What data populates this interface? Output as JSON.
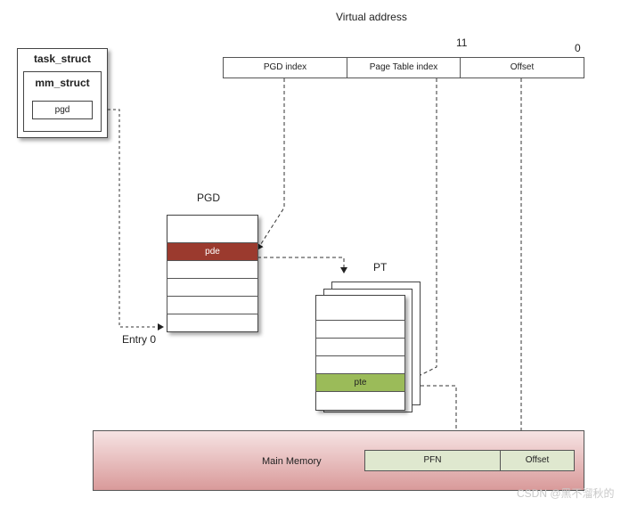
{
  "virtual_address": {
    "title": "Virtual address",
    "bit_high": "11",
    "bit_low": "0",
    "fields": [
      "PGD index",
      "Page Table index",
      "Offset"
    ]
  },
  "task_struct": {
    "title": "task_struct",
    "mm_struct": "mm_struct",
    "pgd": "pgd"
  },
  "pgd_table": {
    "title": "PGD",
    "pde": "pde",
    "entry_label": "Entry 0"
  },
  "pt_table": {
    "title": "PT",
    "pte": "pte"
  },
  "main_memory": {
    "title": "Main Memory",
    "pfn": "PFN",
    "offset": "Offset"
  },
  "watermark": "CSDN @黑不溜秋的",
  "colors": {
    "pde_fill": "#9b3a2e",
    "pte_fill": "#9bbb59",
    "memory_fill_top": "#f6e3e3",
    "memory_fill_bottom": "#d99a9a",
    "memory_cell_fill": "#dfe8cf"
  }
}
